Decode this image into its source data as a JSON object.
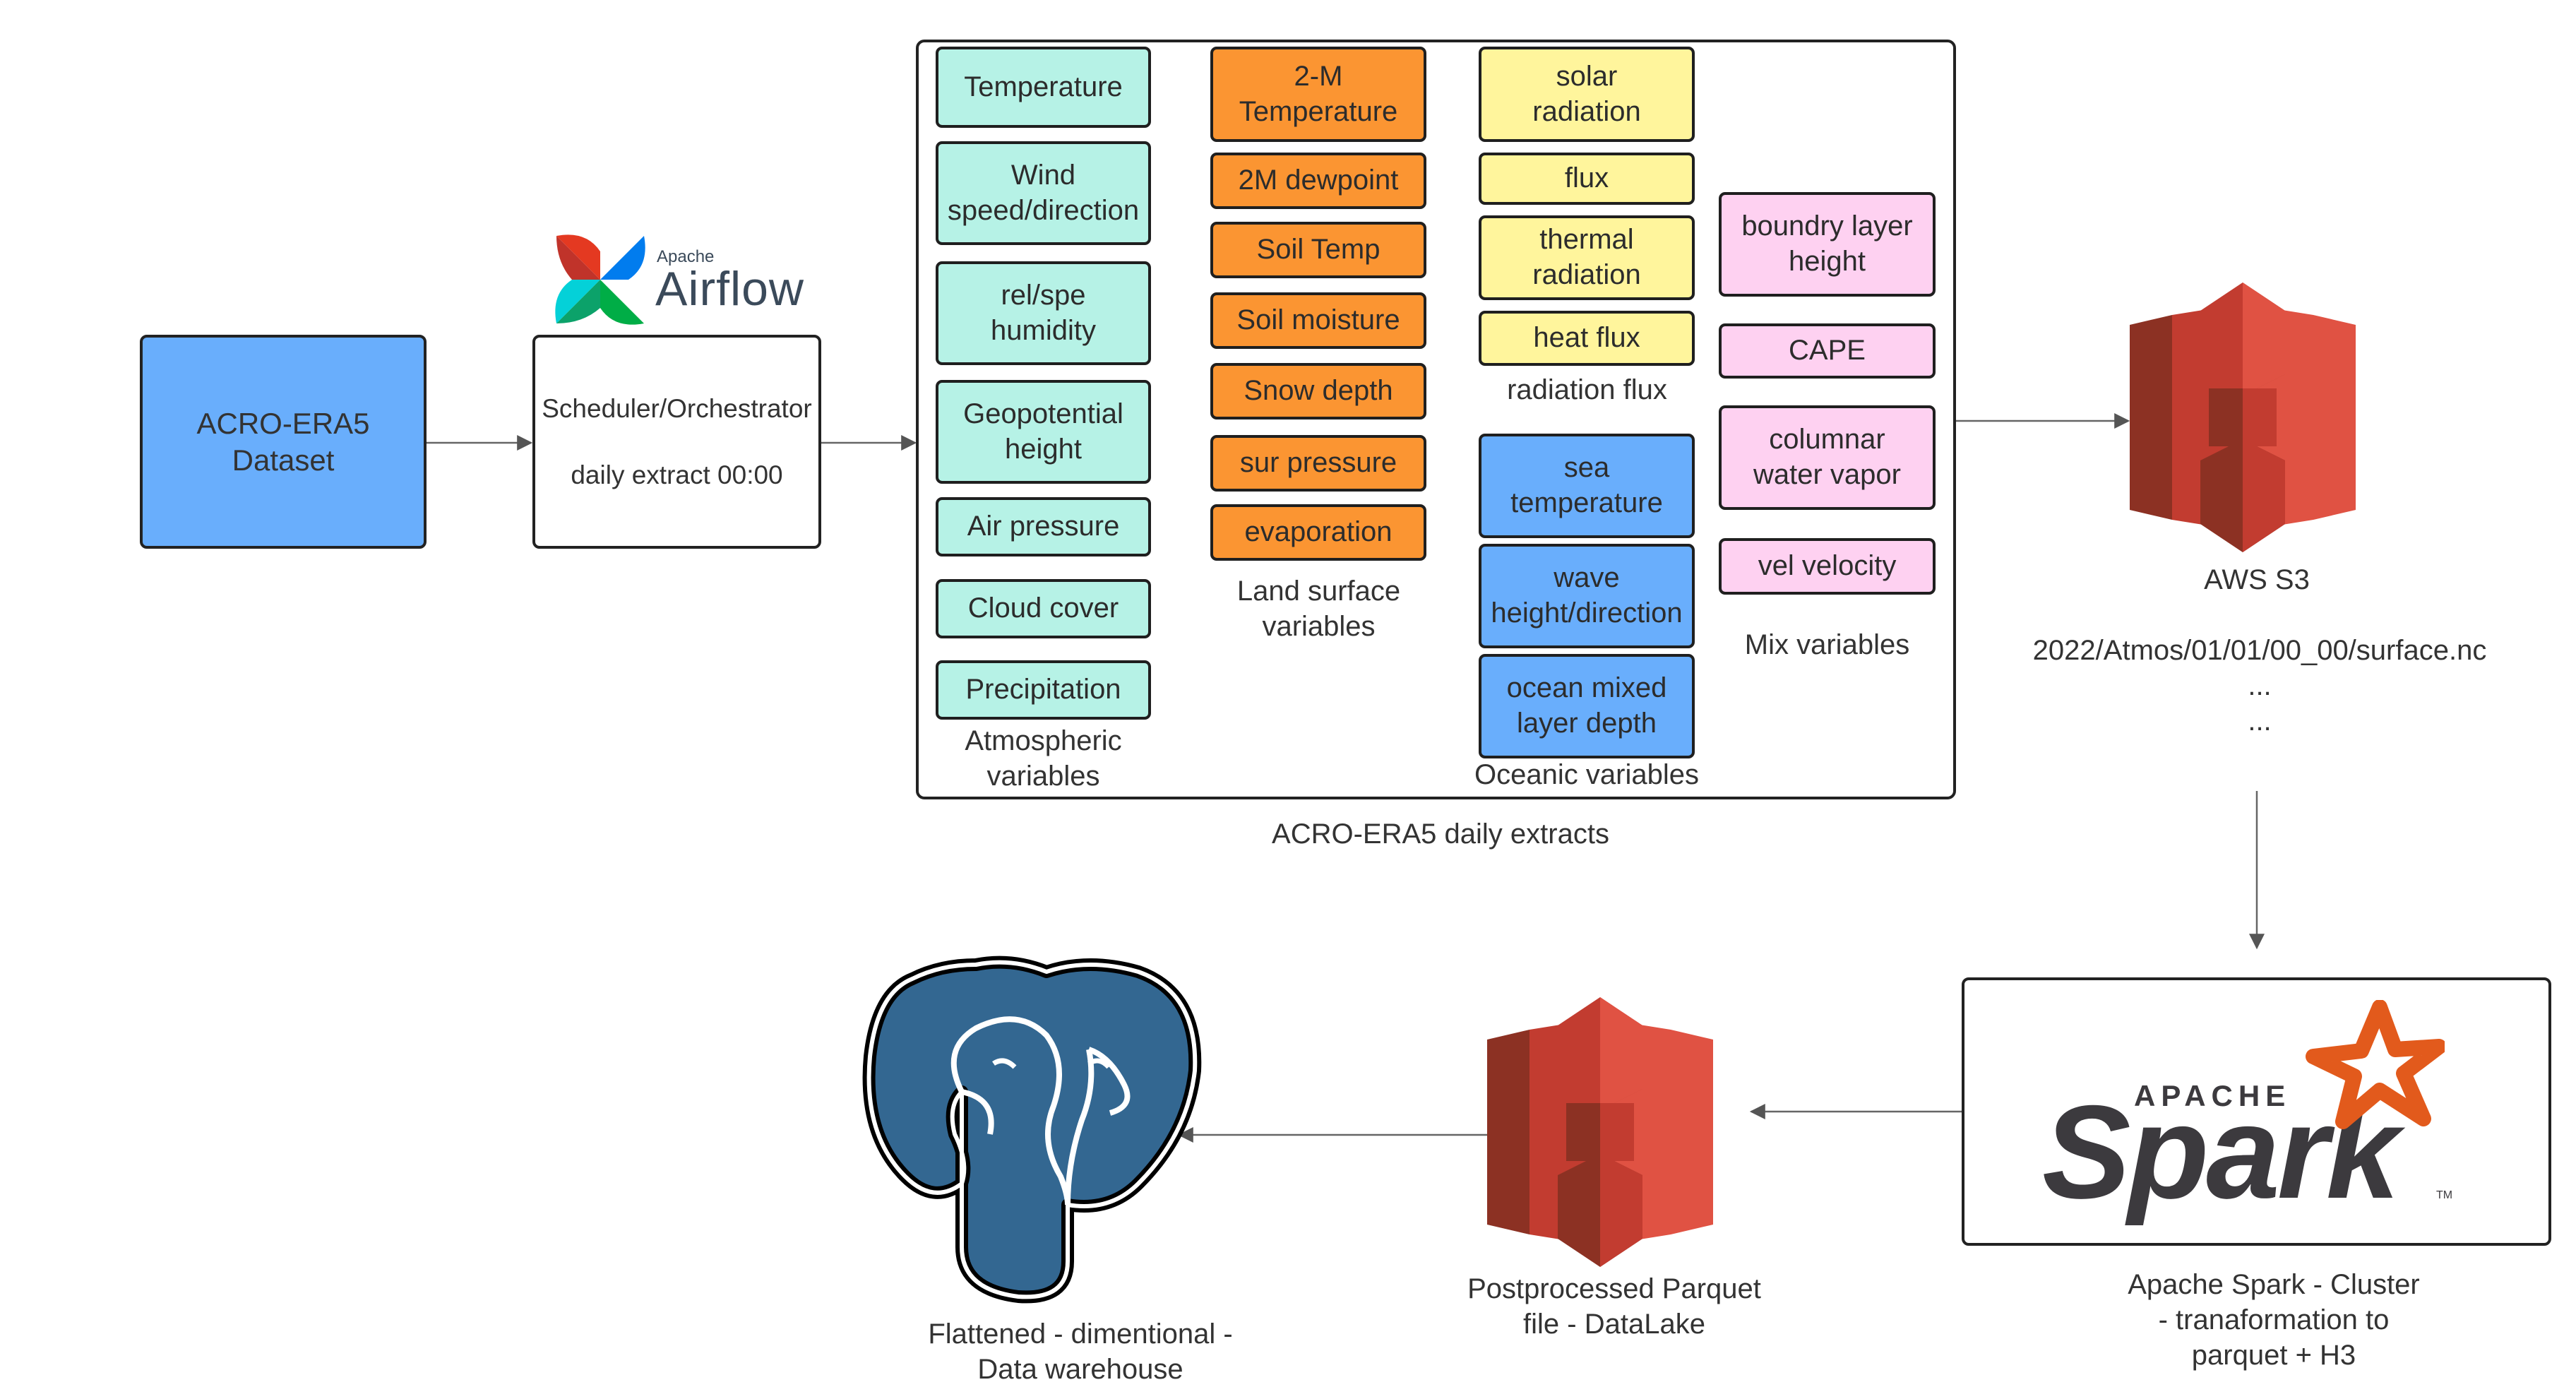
{
  "dataset": {
    "label": "ACRO-ERA5\nDataset",
    "color": "#69aefc"
  },
  "scheduler": {
    "line1": "Scheduler/Orchestrator",
    "line2": "daily extract 00:00"
  },
  "airflow_logo": {
    "small": "Apache",
    "big": "Airflow"
  },
  "extracts": {
    "caption": "ACRO-ERA5 daily extracts",
    "atmospheric": {
      "caption": "Atmospheric\nvariables",
      "color": "#b6f2e6",
      "items": [
        "Temperature",
        "Wind\nspeed/direction",
        "rel/spe\nhumidity",
        "Geopotential\nheight",
        "Air pressure",
        "Cloud cover",
        "Precipitation"
      ]
    },
    "land": {
      "caption": "Land surface\nvariables",
      "color": "#fb9532",
      "items": [
        "2-M\nTemperature",
        "2M dewpoint",
        "Soil Temp",
        "Soil moisture",
        "Snow depth",
        "sur pressure",
        "evaporation"
      ]
    },
    "radiation": {
      "caption": "radiation flux",
      "color": "#fff59c",
      "items": [
        "solar\nradiation",
        "flux",
        "thermal\nradiation",
        "heat flux"
      ]
    },
    "oceanic": {
      "caption": "Oceanic variables",
      "color": "#69aefc",
      "items": [
        "sea\ntemperature",
        "wave\nheight/direction",
        "ocean mixed\nlayer depth"
      ]
    },
    "mix": {
      "caption": "Mix variables",
      "color": "#fed1f1",
      "items": [
        "boundry layer\nheight",
        "CAPE",
        "columnar\nwater vapor",
        "vel velocity"
      ]
    }
  },
  "s3": {
    "label": "AWS S3",
    "path": "2022/Atmos/01/01/00_00/surface.nc",
    "ellipsis1": "...",
    "ellipsis2": "..."
  },
  "spark": {
    "logo_small": "APACHE",
    "logo_big": "Spark",
    "tm": "TM",
    "caption": "Apache Spark  - Cluster\n- tranaformation to\nparquet + H3"
  },
  "datalake": {
    "caption": "Postprocessed Parquet\nfile - DataLake"
  },
  "warehouse": {
    "caption": "Flattened - dimentional -\nData warehouse"
  }
}
